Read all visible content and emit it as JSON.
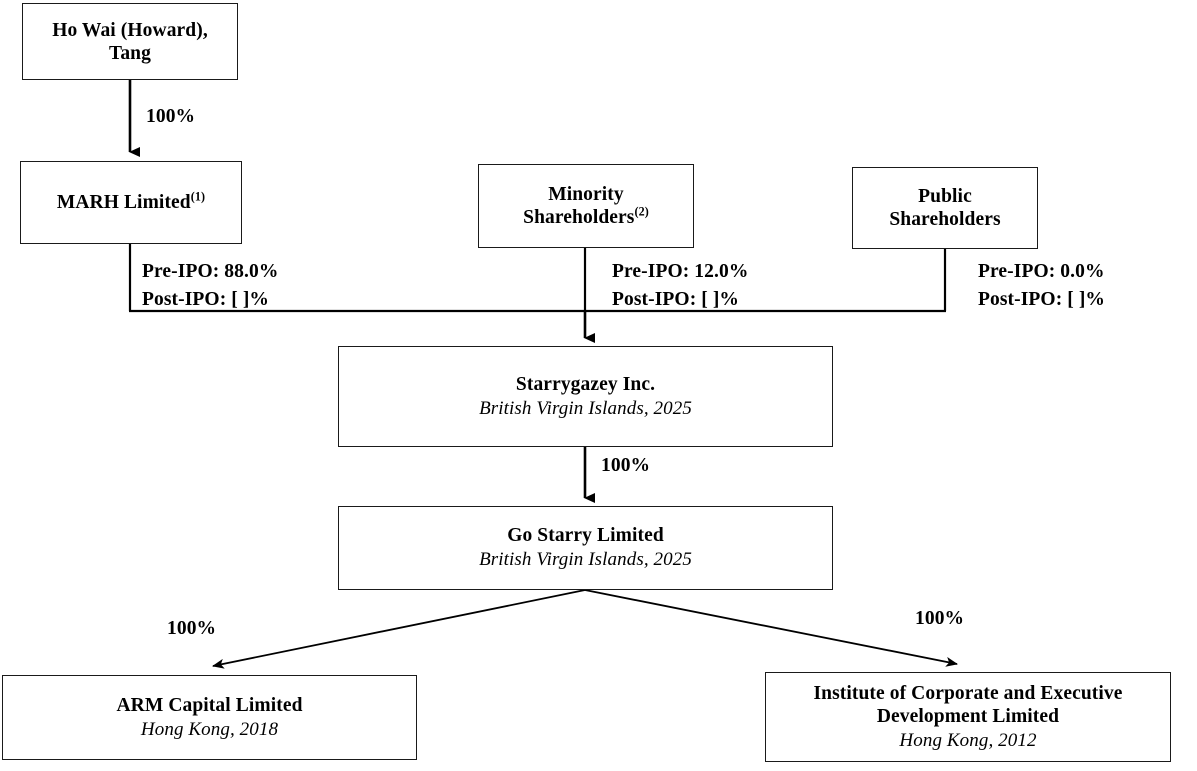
{
  "diagram": {
    "title": "Corporate shareholding structure chart",
    "line_color": "#1a1a1a",
    "text_color": "#000000",
    "background": "#ffffff"
  },
  "nodes": {
    "founder": {
      "name": "Ho Wai (Howard), Tang",
      "name_line1": "Ho Wai (Howard),",
      "name_line2": "Tang"
    },
    "marh": {
      "name": "MARH Limited",
      "footnote": "(1)"
    },
    "minority": {
      "name": "Minority Shareholders",
      "name_line1": "Minority",
      "name_line2": "Shareholders",
      "footnote": "(2)"
    },
    "public": {
      "name": "Public Shareholders",
      "name_line1": "Public",
      "name_line2": "Shareholders"
    },
    "starrygazey": {
      "name": "Starrygazey Inc.",
      "sub": "British Virgin Islands, 2025"
    },
    "gostarry": {
      "name": "Go Starry Limited",
      "sub": "British Virgin Islands, 2025"
    },
    "armcapital": {
      "name": "ARM Capital Limited",
      "sub": "Hong Kong, 2018"
    },
    "institute": {
      "name": "Institute of Corporate and Executive Development Limited",
      "name_line1": "Institute of Corporate and Executive",
      "name_line2": "Development Limited",
      "sub": "Hong Kong, 2012"
    }
  },
  "edges": {
    "founder_to_marh": "100%",
    "starrygazey_to_gostarry": "100%",
    "gostarry_to_arm": "100%",
    "gostarry_to_institute": "100%"
  },
  "ownership": {
    "marh": {
      "pre": "Pre-IPO: 88.0%",
      "post": "Post-IPO: [ ]%"
    },
    "minority": {
      "pre": "Pre-IPO: 12.0%",
      "post": "Post-IPO: [ ]%"
    },
    "public": {
      "pre": "Pre-IPO: 0.0%",
      "post": "Post-IPO: [ ]%"
    }
  }
}
